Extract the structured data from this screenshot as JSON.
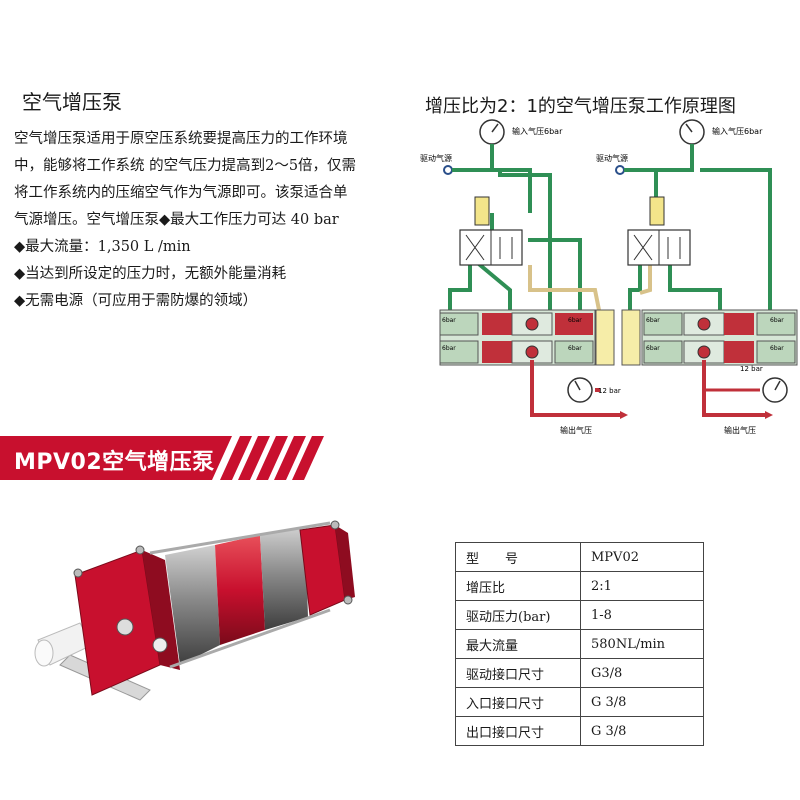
{
  "title": "空气增压泵",
  "description": [
    "空气增压泵适用于原空压系统要提高压力的工作环境",
    "中，能够将工作系统 的空气压力提高到2～5倍，仅需",
    "将工作系统内的压缩空气作为气源即可。该泵适合单",
    "气源增压。空气增压泵◆最大工作压力可达 40 bar"
  ],
  "bullets": [
    "◆最大流量：1,350 L /min",
    "◆当达到所设定的压力时，无额外能量消耗",
    "◆无需电源（可应用于需防爆的领域）"
  ],
  "diagram": {
    "title": "增压比为2：1的空气增压泵工作原理图",
    "left": {
      "input_label": "输入气压6bar",
      "drive_label": "驱动气源",
      "output_label": "输出气压",
      "gauge_label": "12 bar",
      "chamber_label": "6bar"
    },
    "right": {
      "input_label": "输入气压6bar",
      "drive_label": "驱动气源",
      "output_label": "输出气压",
      "gauge_label": "12 bar",
      "chamber_label": "6bar"
    }
  },
  "banner": {
    "text": "MPV02空气增压泵"
  },
  "specs": [
    {
      "label": "型　　号",
      "value": "MPV02"
    },
    {
      "label": "增压比",
      "value": "2:1"
    },
    {
      "label": "驱动压力(bar)",
      "value": "1-8"
    },
    {
      "label": "最大流量",
      "value": "580NL/min"
    },
    {
      "label": "驱动接口尺寸",
      "value": "G3/8"
    },
    {
      "label": "入口接口尺寸",
      "value": "G 3/8"
    },
    {
      "label": "出口接口尺寸",
      "value": "G 3/8"
    }
  ],
  "colors": {
    "brand_red": "#c8102e",
    "pipe_green": "#2f8f55",
    "pipe_red": "#c0303a",
    "pipe_tan": "#d8c28a"
  }
}
